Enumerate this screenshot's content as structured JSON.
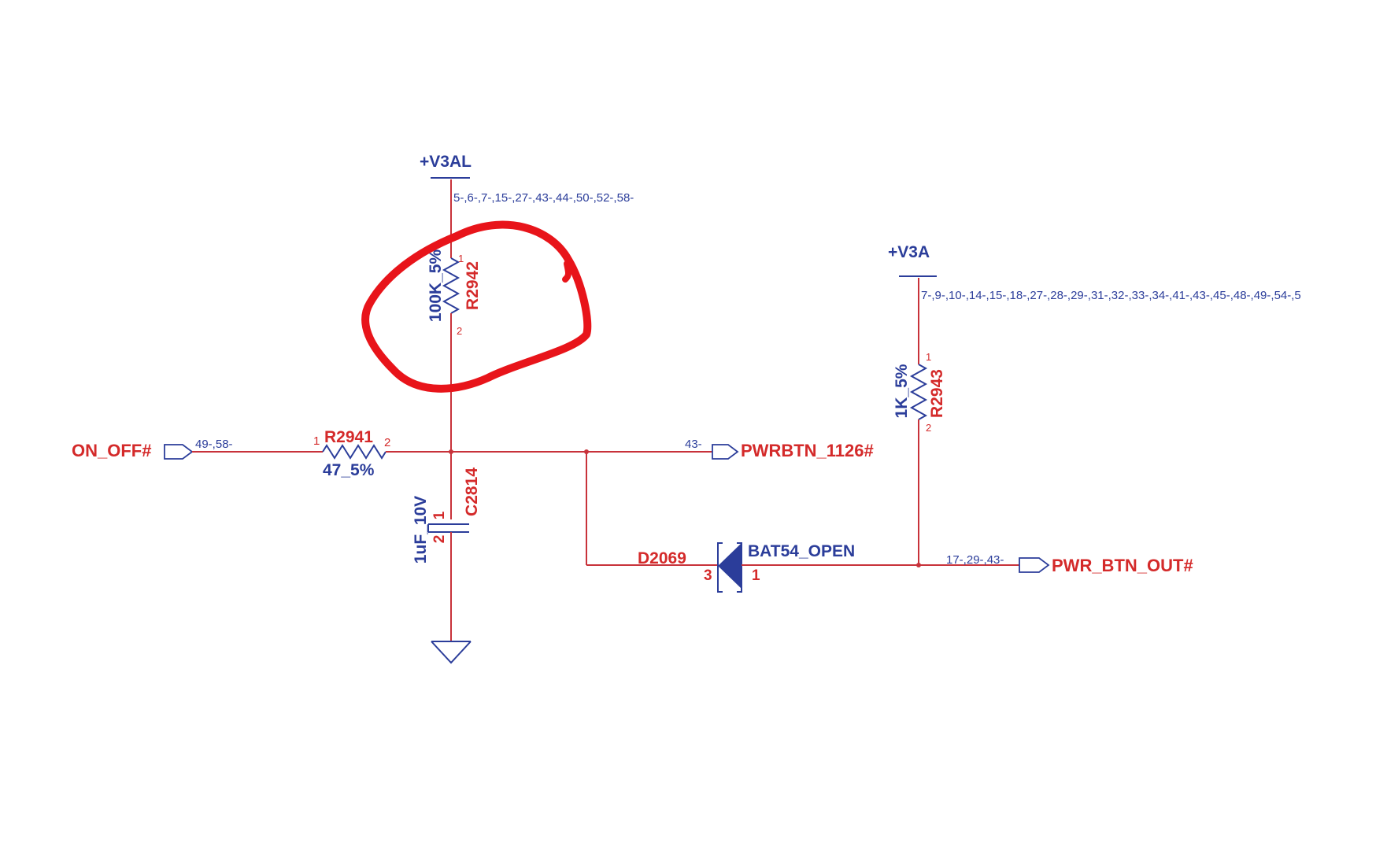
{
  "rails": {
    "v3al": {
      "label": "+V3AL",
      "refs": "5-,6-,7-,15-,27-,43-,44-,50-,52-,58-"
    },
    "v3a": {
      "label": "+V3A",
      "refs": "7-,9-,10-,14-,15-,18-,27-,28-,29-,31-,32-,33-,34-,41-,43-,45-,48-,49-,54-,5"
    }
  },
  "components": {
    "r2942": {
      "ref": "R2942",
      "value": "100K_5%",
      "pin1": "1",
      "pin2": "2"
    },
    "r2941": {
      "ref": "R2941",
      "value": "47_5%",
      "pin1": "1",
      "pin2": "2"
    },
    "r2943": {
      "ref": "R2943",
      "value": "1K_5%",
      "pin1": "1",
      "pin2": "2"
    },
    "c2814": {
      "ref": "C2814",
      "value": "1uF_10V",
      "pin1": "1",
      "pin2": "2"
    },
    "d2069": {
      "ref": "D2069",
      "value": "BAT54_OPEN",
      "pin3": "3",
      "pin1": "1"
    }
  },
  "nets": {
    "on_off": {
      "label": "ON_OFF#",
      "refs": "49-,58-"
    },
    "pwrbtn": {
      "label": "PWRBTN_1126#",
      "refs": "43-"
    },
    "pwr_btn_out": {
      "label": "PWR_BTN_OUT#",
      "refs": "17-,29-,43-"
    }
  },
  "annotation": {
    "color": "#e8141a",
    "meaning": "red hand-drawn circle around R2942"
  },
  "colors": {
    "net_text": "#d42a2a",
    "part_text": "#2b3d9a",
    "wire": "#c8323a"
  }
}
